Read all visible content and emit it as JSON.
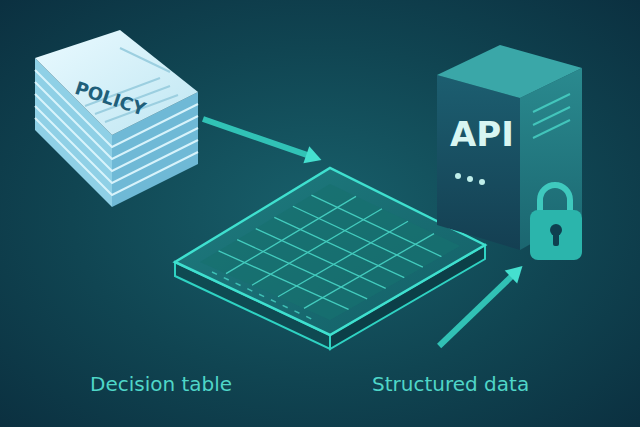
{
  "diagram": {
    "nodes": [
      {
        "text": [
          "POLICY"
        ]
      },
      {
        "text": [
          "Decision table"
        ]
      },
      {
        "text": [
          "API"
        ]
      }
    ],
    "edges": [
      {
        "from": 0,
        "to": 1,
        "arrow": "to"
      },
      {
        "from": 1,
        "to": 2,
        "arrow": "to"
      }
    ],
    "labels": [
      "Structured data"
    ]
  }
}
